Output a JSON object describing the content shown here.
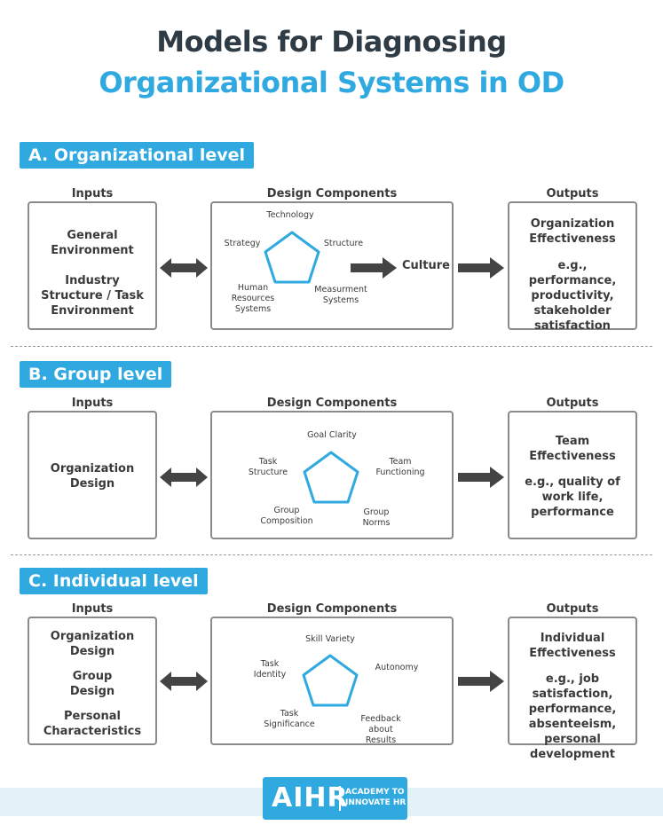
{
  "title": {
    "line1": "Models for Diagnosing",
    "line2": "Organizational Systems in OD"
  },
  "colors": {
    "accent": "#2fa9e0",
    "title_dark": "#2f3b45",
    "arrow": "#444444",
    "box_border": "#8a8a8a"
  },
  "column_headers": {
    "inputs": "Inputs",
    "design": "Design Components",
    "outputs": "Outputs"
  },
  "sections": [
    {
      "badge": "A. Organizational level",
      "inputs": [
        "General Environment",
        "Industry Structure / Task Environment"
      ],
      "components": [
        "Technology",
        "Structure",
        "Measurment Systems",
        "Human Resources Systems",
        "Strategy"
      ],
      "middle_output": "Culture",
      "outputs": [
        "Organization Effectiveness",
        "e.g., performance, productivity, stakeholder satisfaction"
      ]
    },
    {
      "badge": "B. Group level",
      "inputs": [
        "Organization Design"
      ],
      "components": [
        "Goal Clarity",
        "Team Functioning",
        "Group Norms",
        "Group Composition",
        "Task Structure"
      ],
      "outputs": [
        "Team Effectiveness",
        "e.g., quality of work life, performance"
      ]
    },
    {
      "badge": "C. Individual level",
      "inputs": [
        "Organization Design",
        "Group Design",
        "Personal Characteristics"
      ],
      "components": [
        "Skill Variety",
        "Autonomy",
        "Feedback about Results",
        "Task Significance",
        "Task Identity"
      ],
      "outputs": [
        "Individual Effectiveness",
        "e.g., job satisfaction, performance, absenteeism, personal development"
      ]
    }
  ],
  "logo": {
    "name": "AIHR",
    "tagline_1": "ACADEMY TO",
    "tagline_2": "INNOVATE HR"
  }
}
